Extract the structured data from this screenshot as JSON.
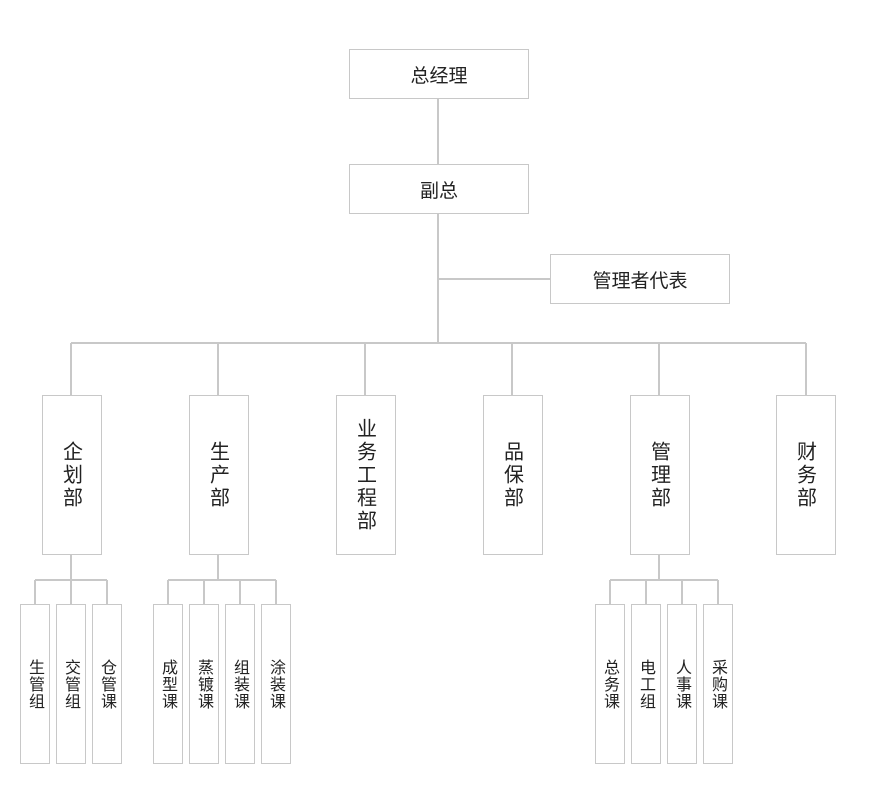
{
  "org_chart": {
    "gm": "总经理",
    "vice": "副总",
    "rep": "管理者代表",
    "departments": [
      {
        "name": "企划部",
        "teams": [
          "生管组",
          "交管组",
          "仓管课"
        ]
      },
      {
        "name": "生产部",
        "teams": [
          "成型课",
          "蒸镀课",
          "组装课",
          "涂装课"
        ]
      },
      {
        "name": "业务工程部",
        "teams": []
      },
      {
        "name": "品保部",
        "teams": []
      },
      {
        "name": "管理部",
        "teams": [
          "总务课",
          "电工组",
          "人事课",
          "采购课"
        ]
      },
      {
        "name": "财务部",
        "teams": []
      }
    ]
  },
  "colors": {
    "line": "#c8c8c8",
    "border": "#c8c8c8",
    "text": "#222222"
  }
}
